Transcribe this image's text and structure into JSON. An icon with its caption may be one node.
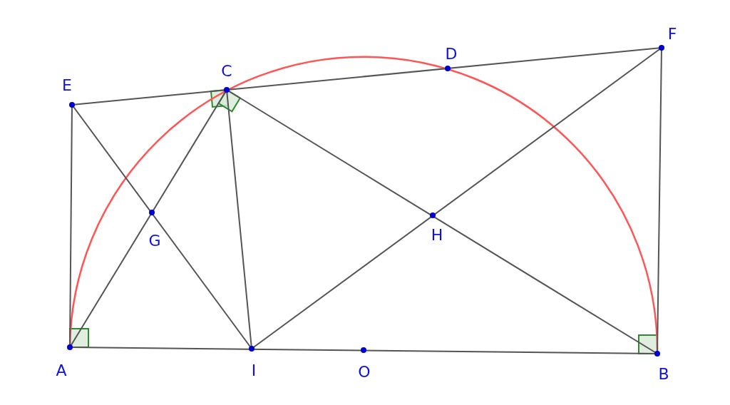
{
  "diagram": {
    "nodes": [
      {
        "text": [
          "A"
        ]
      },
      {
        "text": [
          "B"
        ]
      },
      {
        "text": [
          "O"
        ]
      },
      {
        "text": [
          "I"
        ]
      },
      {
        "text": [
          "C"
        ]
      },
      {
        "text": [
          "D"
        ]
      },
      {
        "text": [
          "E"
        ]
      },
      {
        "text": [
          "F"
        ]
      },
      {
        "text": [
          "G"
        ]
      },
      {
        "text": [
          "H"
        ]
      }
    ],
    "edges": [
      {
        "from": 0,
        "to": 1,
        "arrow": "none",
        "color": "#ff5555"
      },
      {
        "from": 6,
        "to": 7,
        "arrow": "none"
      },
      {
        "from": 0,
        "to": 6,
        "arrow": "none"
      },
      {
        "from": 0,
        "to": 1,
        "arrow": "none"
      },
      {
        "from": 7,
        "to": 1,
        "arrow": "none"
      },
      {
        "from": 6,
        "to": 3,
        "arrow": "none"
      },
      {
        "from": 0,
        "to": 4,
        "arrow": "none"
      },
      {
        "from": 4,
        "to": 3,
        "arrow": "none"
      },
      {
        "from": 4,
        "to": 1,
        "arrow": "none"
      },
      {
        "from": 3,
        "to": 7,
        "arrow": "none"
      }
    ]
  }
}
